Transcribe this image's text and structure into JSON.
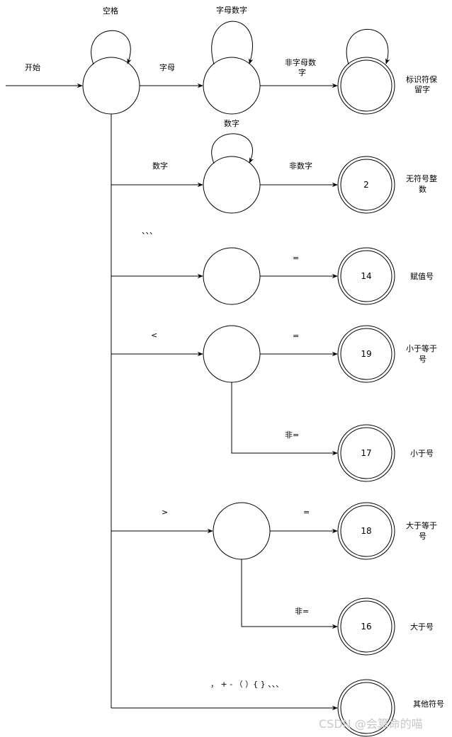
{
  "diagram": {
    "start_label": "开始",
    "self_loops": {
      "start_loop": "空格",
      "ident_loop": "字母数字",
      "digit_loop": "数字"
    },
    "edge_labels": {
      "letter": "字母",
      "non_alnum_1": "非字母数",
      "non_alnum_2": "字",
      "digit": "数字",
      "non_digit": "非数字",
      "ellipsis": "、、、",
      "assign_eq": "=",
      "lt": "<",
      "lt_eq": "=",
      "lt_not_eq": "非=",
      "gt": ">",
      "gt_eq": "=",
      "gt_not_eq": "非=",
      "others": "，  + -  （ ）{ } 、、、"
    },
    "final_states": {
      "ident": "",
      "uint": "2",
      "assign": "14",
      "le": "19",
      "lt": "17",
      "ge": "18",
      "gt": "16",
      "other": ""
    },
    "final_labels": {
      "ident_1": "标识符保",
      "ident_2": "留字",
      "uint_1": "无符号整",
      "uint_2": "数",
      "assign": "赋值号",
      "le_1": "小于等于",
      "le_2": "号",
      "lt": "小于号",
      "ge_1": "大于等于",
      "ge_2": "号",
      "gt": "大于号",
      "other": "其他符号"
    },
    "watermark": "CSDN @会算命的喵"
  }
}
